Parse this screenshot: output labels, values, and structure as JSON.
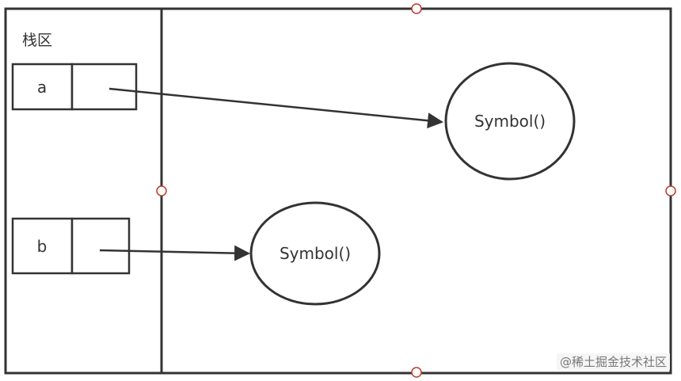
{
  "diagram": {
    "stack_label": "栈区",
    "variables": [
      {
        "name": "a",
        "target": "Symbol()"
      },
      {
        "name": "b",
        "target": "Symbol()"
      }
    ]
  },
  "watermark": "@稀土掘金技术社区",
  "colors": {
    "stroke": "#333333",
    "handle": "#c0392b",
    "background": "#ffffff"
  }
}
